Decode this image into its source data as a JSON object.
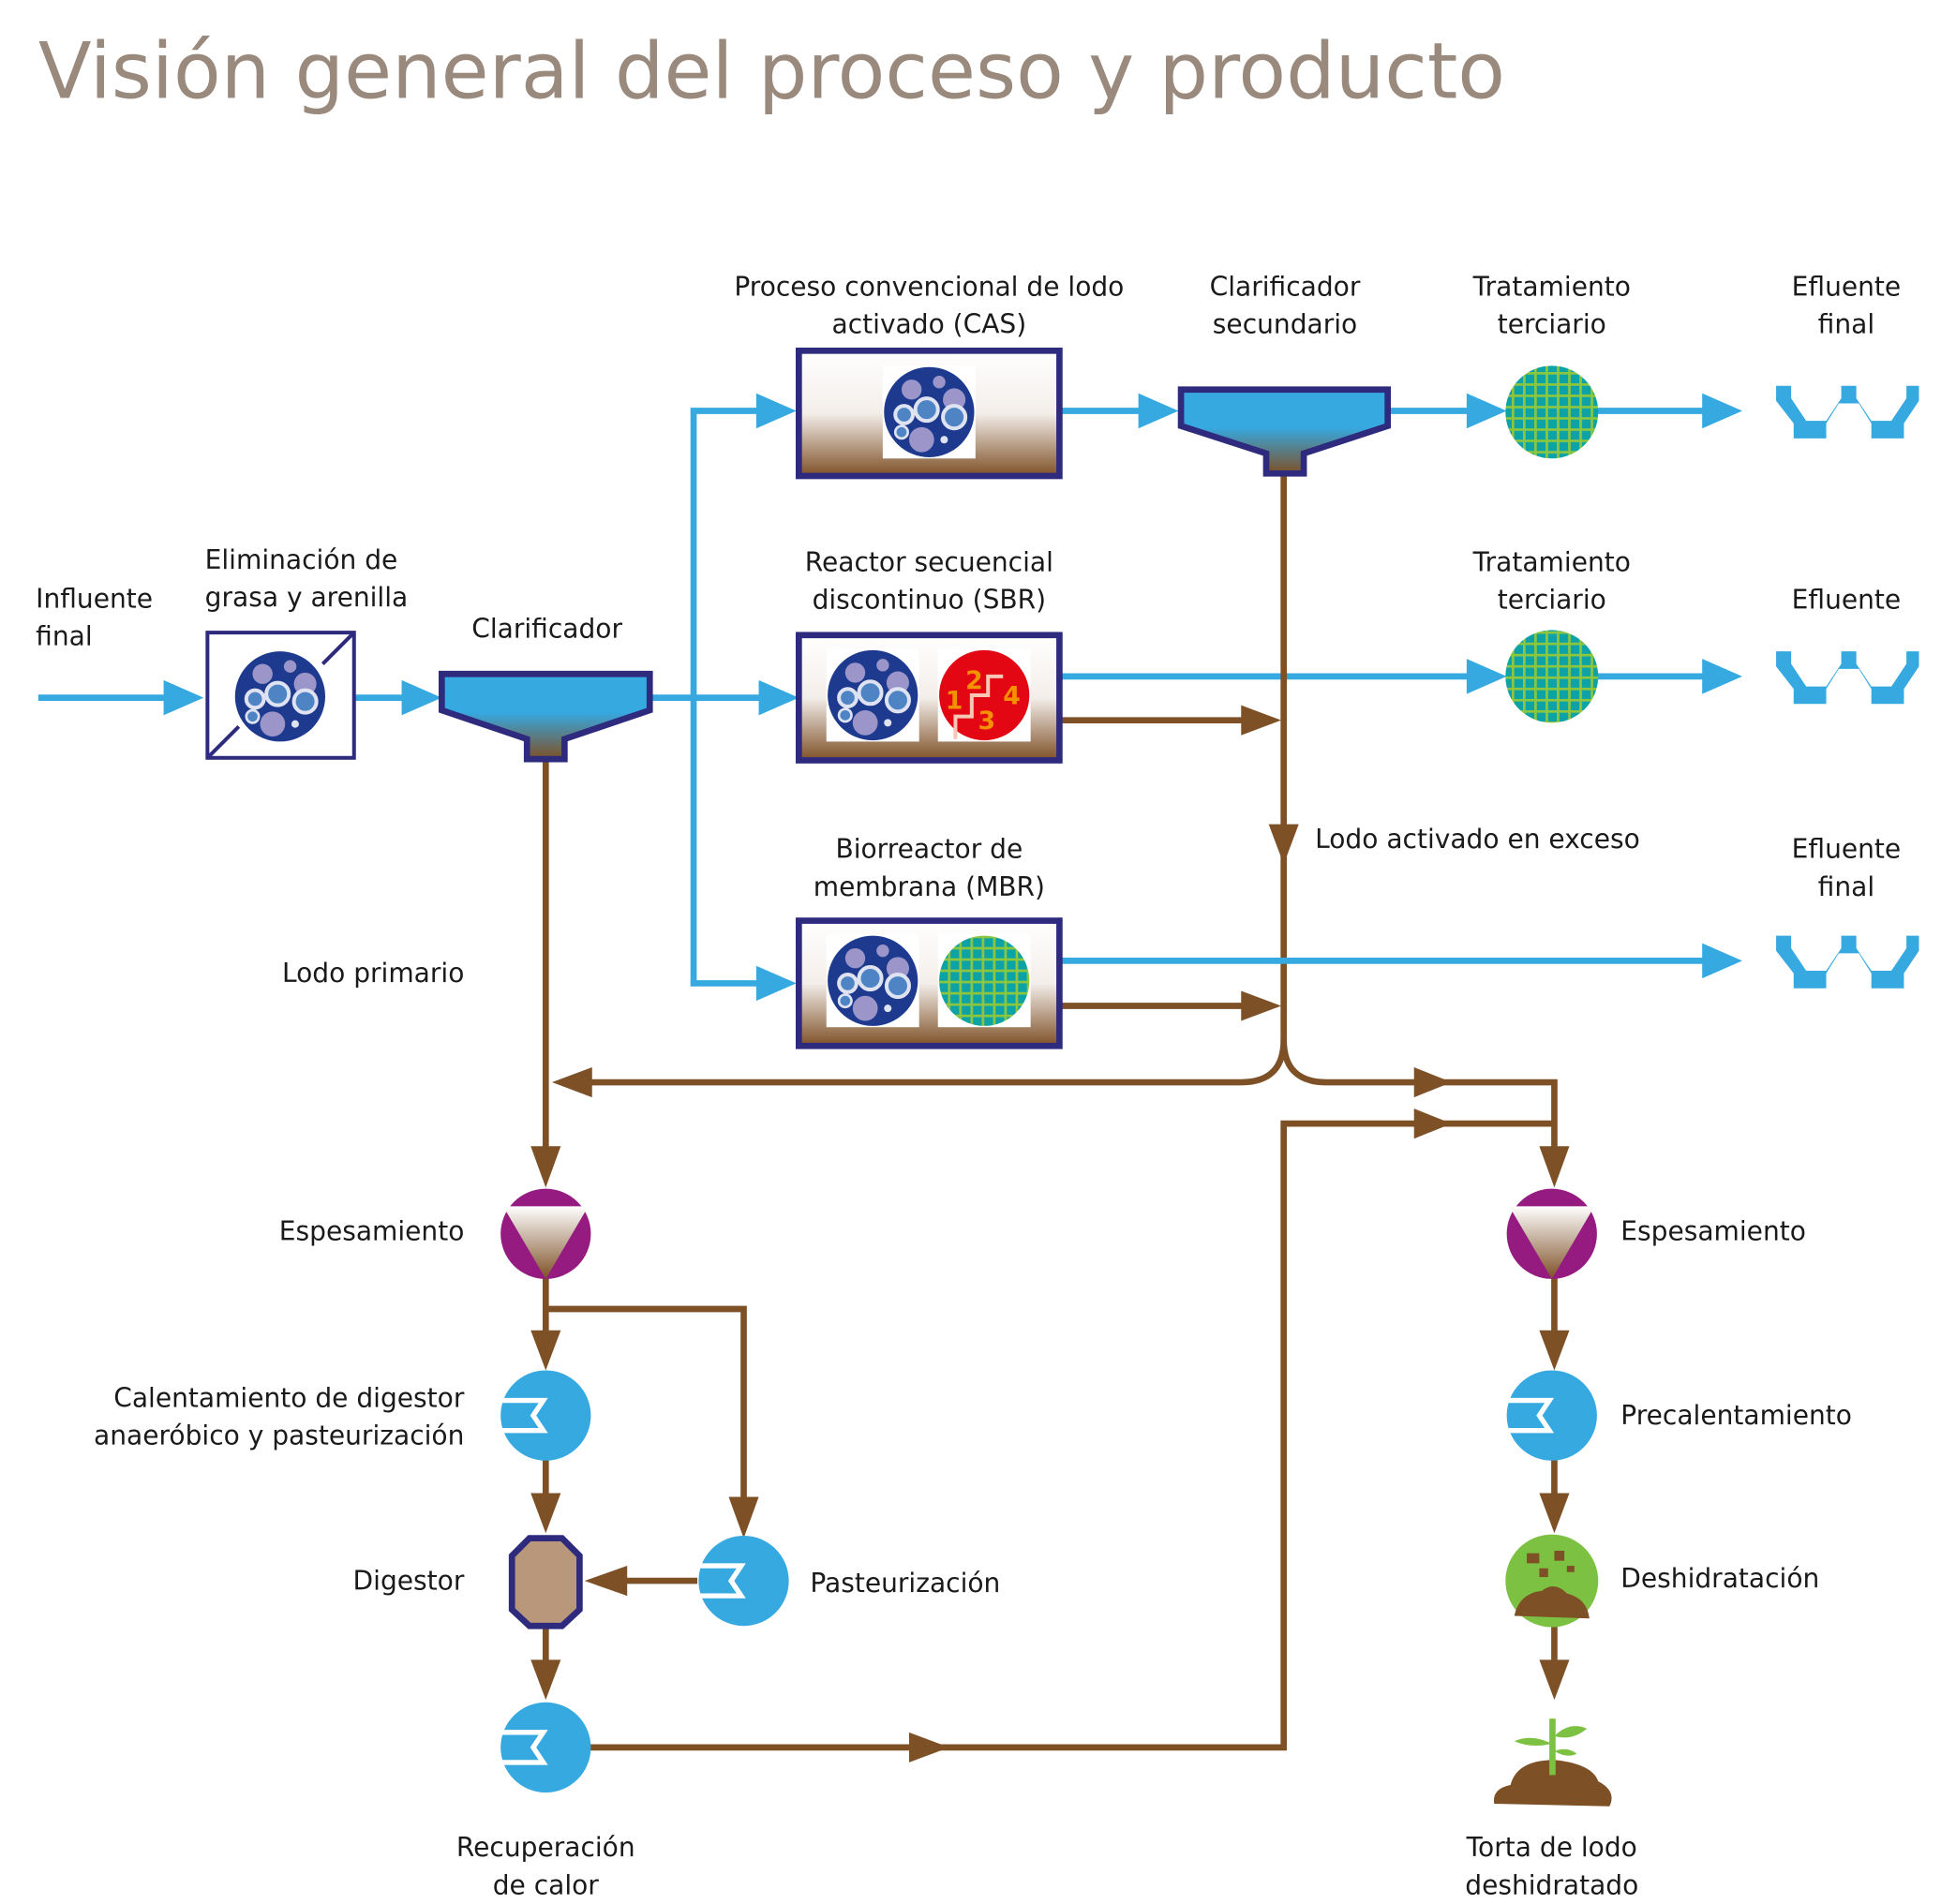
{
  "title": "Visión general del proceso y producto",
  "colors": {
    "water": "#36a9e1",
    "sludge": "#7e5026",
    "frame": "#2e2a7e",
    "title": "#9a8a7e",
    "thickening": "#951b81",
    "dewatering": "#7dc142"
  },
  "labels": {
    "influent": [
      "Influente",
      "final"
    ],
    "grit": [
      "Eliminación de",
      "grasa y arenilla"
    ],
    "clarifier": "Clarificador",
    "cas": [
      "Proceso convencional de lodo",
      "activado (CAS)"
    ],
    "secondary": [
      "Clarificador",
      "secundario"
    ],
    "tertiary1": [
      "Tratamiento",
      "terciario"
    ],
    "effluent1": [
      "Efluente",
      "final"
    ],
    "sbr": [
      "Reactor secuencial",
      "discontinuo (SBR)"
    ],
    "tertiary2": [
      "Tratamiento",
      "terciario"
    ],
    "effluent2": "Efluente",
    "was": "Lodo activado en exceso",
    "mbr": [
      "Biorreactor de",
      "membrana (MBR)"
    ],
    "effluent3": [
      "Efluente",
      "final"
    ],
    "primary_sludge": "Lodo  primario",
    "thick_left": "Espesamiento",
    "heating": [
      "Calentamiento de digestor",
      "anaeróbico y pasteurización"
    ],
    "digester": "Digestor",
    "pasteur": "Pasteurización",
    "heat_recovery": [
      "Recuperación",
      "de calor"
    ],
    "thick_right": "Espesamiento",
    "preheat": "Precalentamiento",
    "dewater": "Deshidratación",
    "cake": [
      "Torta de lodo",
      "deshidratado"
    ],
    "sbr_steps": [
      "1",
      "2",
      "3",
      "4"
    ]
  }
}
